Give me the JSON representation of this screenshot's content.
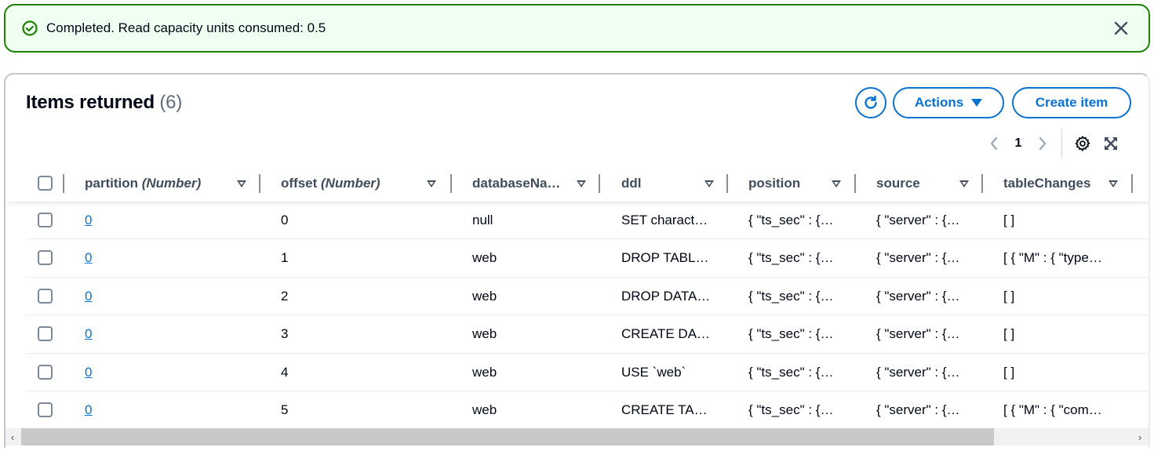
{
  "flash": {
    "status": "success",
    "icon": "check-circle-icon",
    "message": "Completed. Read capacity units consumed: 0.5",
    "dismiss_icon": "close-icon",
    "colors": {
      "background": "#effff1",
      "border": "#1d8102"
    }
  },
  "header": {
    "title": "Items returned",
    "count": "(6)",
    "refresh_icon": "refresh-icon",
    "actions_label": "Actions",
    "create_label": "Create item",
    "accent_color": "#0972d3"
  },
  "pagination": {
    "prev_icon": "chevron-left-icon",
    "current_page": "1",
    "next_icon": "chevron-right-icon",
    "settings_icon": "gear-icon",
    "fullscreen_icon": "expand-icon"
  },
  "table": {
    "columns": [
      {
        "name": "partition",
        "type": "(Number)"
      },
      {
        "name": "offset",
        "type": "(Number)"
      },
      {
        "name": "databaseNa…",
        "type": ""
      },
      {
        "name": "ddl",
        "type": ""
      },
      {
        "name": "position",
        "type": ""
      },
      {
        "name": "source",
        "type": ""
      },
      {
        "name": "tableChanges",
        "type": ""
      }
    ],
    "rows": [
      {
        "partition": "0",
        "offset": "0",
        "databaseName": "null",
        "ddl": "SET charact…",
        "position": "{ \"ts_sec\" : {…",
        "source": "{ \"server\" : {…",
        "tableChanges": "[ ]"
      },
      {
        "partition": "0",
        "offset": "1",
        "databaseName": "web",
        "ddl": "DROP TABL…",
        "position": "{ \"ts_sec\" : {…",
        "source": "{ \"server\" : {…",
        "tableChanges": "[ { \"M\" : { \"type…"
      },
      {
        "partition": "0",
        "offset": "2",
        "databaseName": "web",
        "ddl": "DROP DATA…",
        "position": "{ \"ts_sec\" : {…",
        "source": "{ \"server\" : {…",
        "tableChanges": "[ ]"
      },
      {
        "partition": "0",
        "offset": "3",
        "databaseName": "web",
        "ddl": "CREATE DA…",
        "position": "{ \"ts_sec\" : {…",
        "source": "{ \"server\" : {…",
        "tableChanges": "[ ]"
      },
      {
        "partition": "0",
        "offset": "4",
        "databaseName": "web",
        "ddl": "USE `web`",
        "position": "{ \"ts_sec\" : {…",
        "source": "{ \"server\" : {…",
        "tableChanges": "[ ]"
      },
      {
        "partition": "0",
        "offset": "5",
        "databaseName": "web",
        "ddl": "CREATE TA…",
        "position": "{ \"ts_sec\" : {…",
        "source": "{ \"server\" : {…",
        "tableChanges": "[ { \"M\" : { \"com…"
      }
    ]
  },
  "scrollbar": {
    "left_arrow": "‹",
    "right_arrow": "›"
  }
}
